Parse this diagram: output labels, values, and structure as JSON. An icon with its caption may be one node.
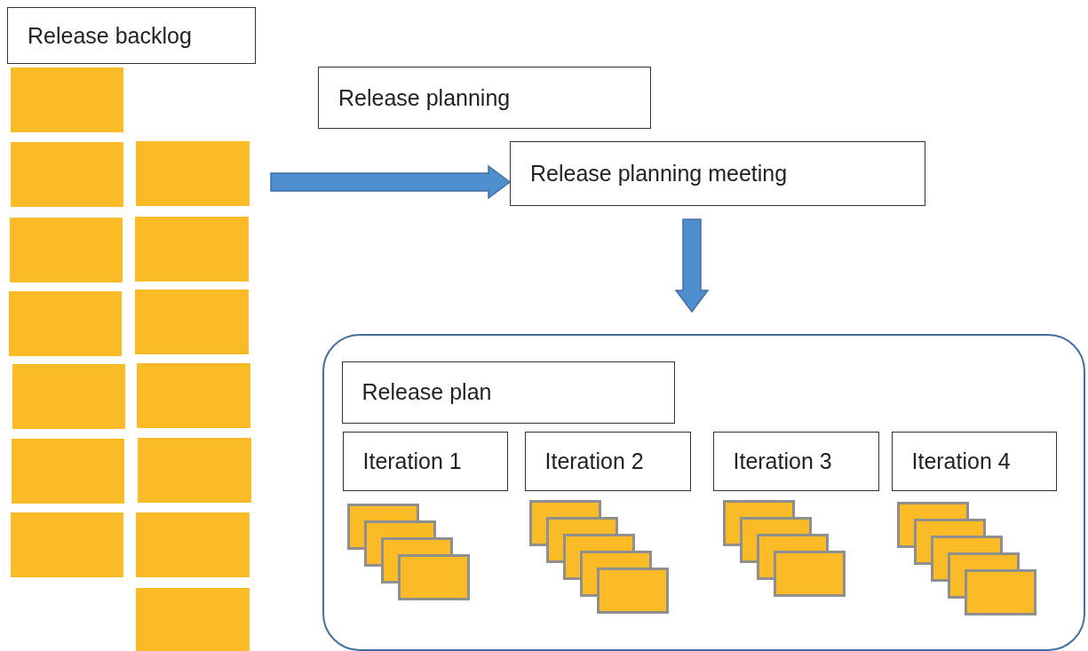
{
  "diagram": {
    "nodes": [
      {
        "text": [
          "Release backlog"
        ]
      },
      {
        "text": [
          "Release planning"
        ]
      },
      {
        "text": [
          "Release planning meeting"
        ]
      },
      {
        "text": [],
        "shape": "box"
      },
      {
        "text": [
          "Release plan"
        ],
        "in": 3
      },
      {
        "text": [
          "Iteration 1"
        ],
        "in": 3
      },
      {
        "text": [
          "Iteration 2"
        ],
        "in": 3
      },
      {
        "text": [
          "Iteration 3"
        ],
        "in": 3
      },
      {
        "text": [
          "Iteration 4"
        ],
        "in": 3
      },
      {
        "text": [],
        "shape": "box"
      },
      {
        "text": [],
        "shape": "box"
      },
      {
        "text": [],
        "shape": "box"
      },
      {
        "text": [],
        "shape": "box"
      },
      {
        "text": [],
        "shape": "box"
      },
      {
        "text": [],
        "shape": "box"
      },
      {
        "text": [],
        "shape": "box"
      },
      {
        "text": [],
        "shape": "box"
      },
      {
        "text": [],
        "shape": "box"
      },
      {
        "text": [],
        "shape": "box"
      },
      {
        "text": [],
        "shape": "box"
      },
      {
        "text": [],
        "shape": "box"
      },
      {
        "text": [],
        "shape": "box"
      },
      {
        "text": [],
        "shape": "box"
      },
      {
        "text": [],
        "shape": "box",
        "in": 3
      },
      {
        "text": [],
        "shape": "box",
        "in": 3
      },
      {
        "text": [],
        "shape": "box",
        "in": 3
      },
      {
        "text": [],
        "shape": "box",
        "in": 3
      }
    ],
    "edges": [
      {
        "from": null,
        "to": 2,
        "arrow": "to"
      },
      {
        "from": 2,
        "to": 3,
        "arrow": "to"
      }
    ]
  }
}
